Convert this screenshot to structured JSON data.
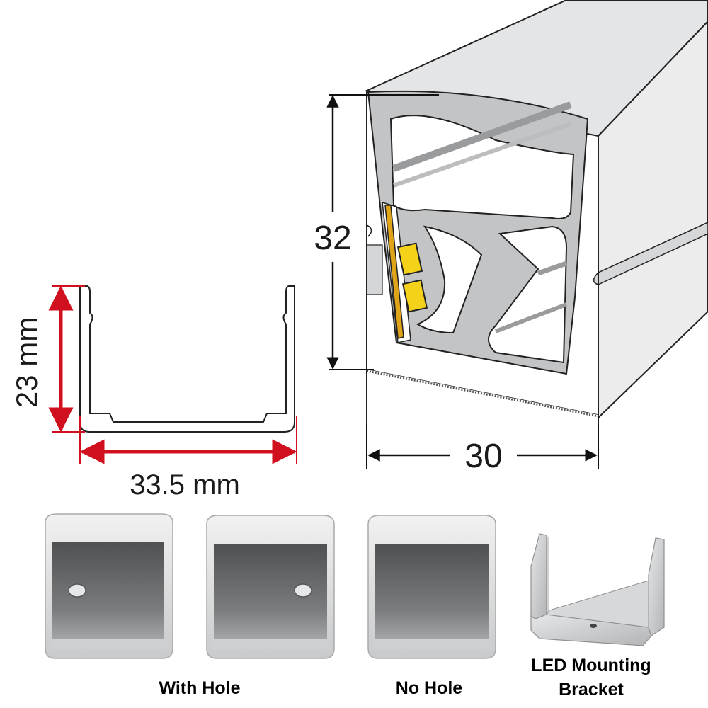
{
  "profile": {
    "height_label": "32",
    "width_label": "30"
  },
  "bracket_profile": {
    "height_label": "23 mm",
    "width_label": "33.5 mm"
  },
  "accessories": {
    "with_hole_label": "With Hole",
    "no_hole_label": "No Hole",
    "bracket_label_line1": "LED Mounting",
    "bracket_label_line2": "Bracket"
  },
  "colors": {
    "dimension_accent": "#d0101e",
    "led_chip": "#f4d21a",
    "led_strip": "#e0a419",
    "silicone_face": "#e9eaea",
    "silicone_dark": "#b8b9ba",
    "cap_inner": "#6f7072",
    "cap_rim": "#e2e3e4"
  }
}
